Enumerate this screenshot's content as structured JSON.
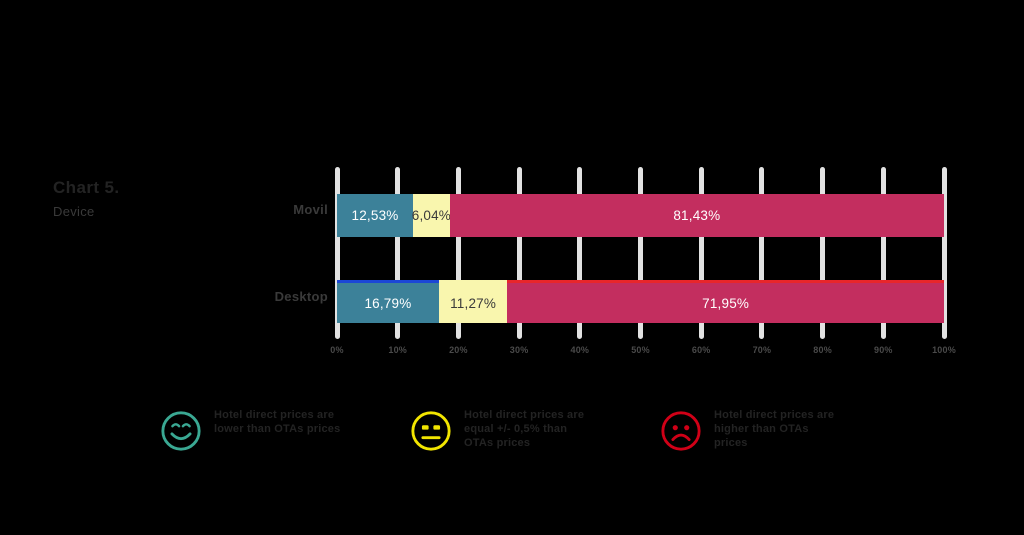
{
  "title": "Chart 5.",
  "subtitle": "Device",
  "axis": {
    "ticks": [
      "0%",
      "10%",
      "20%",
      "30%",
      "40%",
      "50%",
      "60%",
      "70%",
      "80%",
      "90%",
      "100%"
    ]
  },
  "legend": [
    {
      "icon": "smiley-happy-icon",
      "color": "#3aa893",
      "text": "Hotel direct prices are lower than OTAs prices"
    },
    {
      "icon": "smiley-neutral-icon",
      "color": "#f2e500",
      "text": "Hotel direct prices are equal +/- 0,5% than OTAs prices"
    },
    {
      "icon": "smiley-sad-icon",
      "color": "#d00017",
      "text": "Hotel direct prices are higher than OTAs prices"
    }
  ],
  "colors": {
    "lower": "#3c8199",
    "equal": "#f9f6ae",
    "higher": "#c32e5f",
    "gridline": "#e2e2e2",
    "background": "#000000"
  },
  "chart_data": {
    "type": "bar",
    "orientation": "horizontal",
    "stacked": true,
    "title": "Chart 5.",
    "subtitle": "Device",
    "xlabel": "",
    "ylabel": "",
    "xlim": [
      0,
      100
    ],
    "grid": true,
    "legend_position": "bottom",
    "categories": [
      "Movil",
      "Desktop"
    ],
    "series": [
      {
        "name": "Hotel direct prices are lower than OTAs prices",
        "color": "#3c8199",
        "values": [
          12.53,
          16.79
        ],
        "labels": [
          "12,53%",
          "16,79%"
        ]
      },
      {
        "name": "Hotel direct prices are equal +/- 0,5% than OTAs prices",
        "color": "#f9f6ae",
        "values": [
          6.04,
          11.27
        ],
        "labels": [
          "6,04%",
          "11,27%"
        ]
      },
      {
        "name": "Hotel direct prices are higher than OTAs prices",
        "color": "#c32e5f",
        "values": [
          81.43,
          71.95
        ],
        "labels": [
          "81,43%",
          "71,95%"
        ]
      }
    ]
  }
}
